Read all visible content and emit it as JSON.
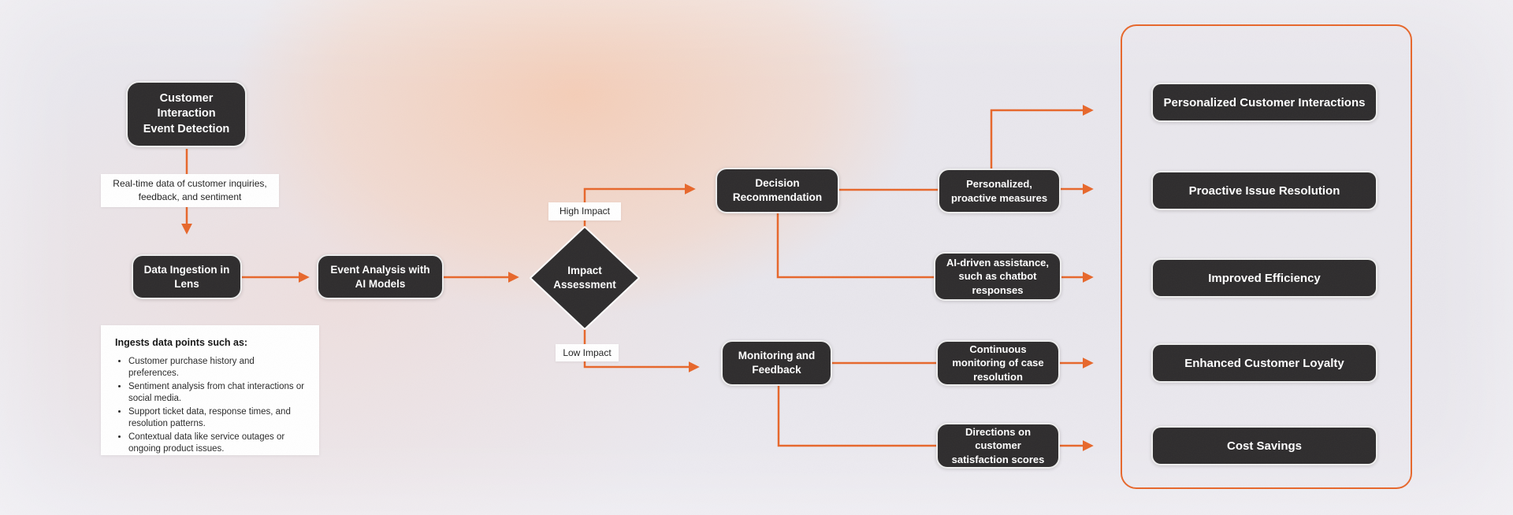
{
  "colors": {
    "accent": "#E7672B",
    "node_background": "#2E2C2D",
    "node_text": "#FFFFFF",
    "label_background": "#FFFFFF",
    "canvas_base": "#E9E7ED",
    "canvas_glow": "#F5CDB5"
  },
  "nodes": {
    "event_detection": {
      "label": "Customer Interaction Event Detection"
    },
    "data_ingestion": {
      "label": "Data Ingestion in Lens"
    },
    "event_analysis": {
      "label": "Event Analysis with AI Models"
    },
    "impact_assessment": {
      "label": "Impact Assessment"
    },
    "decision_recommendation": {
      "label": "Decision Recommendation"
    },
    "monitoring_feedback": {
      "label": "Monitoring and Feedback"
    },
    "personalized_measures": {
      "label": "Personalized, proactive measures"
    },
    "ai_assistance": {
      "label": "AI-driven assistance, such as chatbot responses"
    },
    "continuous_monitoring": {
      "label": "Continuous monitoring of case resolution"
    },
    "satisfaction_directions": {
      "label": "Directions on customer satisfaction scores"
    }
  },
  "edge_labels": {
    "realtime_data": "Real-time data of customer inquiries, feedback, and sentiment",
    "high_impact": "High Impact",
    "low_impact": "Low Impact"
  },
  "info_box": {
    "heading": "Ingests data points such as:",
    "items": [
      "Customer purchase history and preferences.",
      "Sentiment analysis from chat interactions or social media.",
      "Support ticket data, response times, and resolution patterns.",
      "Contextual data like service outages or ongoing product issues."
    ]
  },
  "outcomes": {
    "items": [
      "Personalized Customer Interactions",
      "Proactive Issue Resolution",
      "Improved Efficiency",
      "Enhanced Customer Loyalty",
      "Cost Savings"
    ]
  }
}
